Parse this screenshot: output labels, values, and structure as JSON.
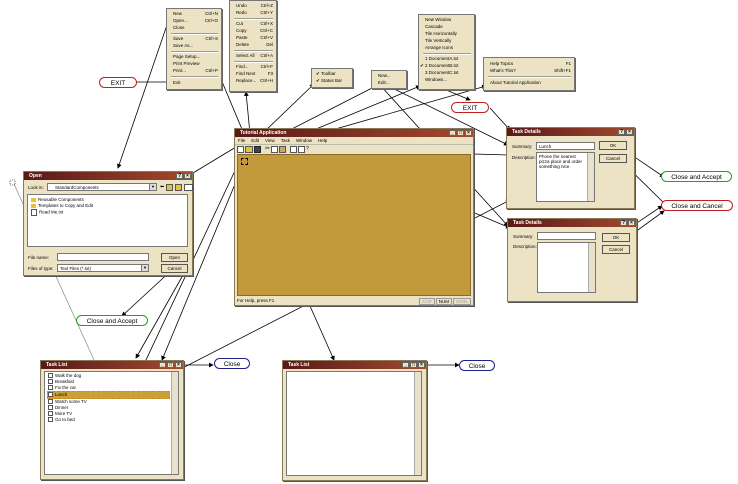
{
  "menus": {
    "file": [
      {
        "label": "New",
        "key": "Ctrl+N"
      },
      {
        "label": "Open...",
        "key": "Ctrl+O"
      },
      {
        "label": "Close",
        "key": ""
      },
      {
        "label": "Save",
        "key": "Ctrl+S"
      },
      {
        "label": "Save As...",
        "key": ""
      },
      {
        "label": "Page Setup...",
        "key": ""
      },
      {
        "label": "Print Preview",
        "key": ""
      },
      {
        "label": "Print...",
        "key": "Ctrl+P"
      },
      {
        "label": "Exit",
        "key": ""
      }
    ],
    "edit": [
      {
        "label": "Undo",
        "key": "Ctrl+Z"
      },
      {
        "label": "Redo",
        "key": "Ctrl+Y"
      },
      {
        "label": "Cut",
        "key": "Ctrl+X"
      },
      {
        "label": "Copy",
        "key": "Ctrl+C"
      },
      {
        "label": "Paste",
        "key": "Ctrl+V"
      },
      {
        "label": "Delete",
        "key": "Del"
      },
      {
        "label": "Select All",
        "key": "Ctrl+A"
      },
      {
        "label": "Find...",
        "key": "Ctrl+F"
      },
      {
        "label": "Find Next",
        "key": "F3"
      },
      {
        "label": "Replace...",
        "key": "Ctrl+H"
      }
    ],
    "view": [
      {
        "label": "Toolbar"
      },
      {
        "label": "Status Bar"
      }
    ],
    "task": [
      {
        "label": "New..."
      },
      {
        "label": "Edit..."
      }
    ],
    "window": [
      {
        "label": "New Window"
      },
      {
        "label": "Cascade"
      },
      {
        "label": "Tile Horizontally"
      },
      {
        "label": "Tile Vertically"
      },
      {
        "label": "Arrange Icons"
      },
      {
        "label": "1 DocumentA.txt"
      },
      {
        "label": "2 DocumentB.txt"
      },
      {
        "label": "3 DocumentC.txt"
      },
      {
        "label": "Windows..."
      }
    ],
    "help": [
      {
        "label": "Help Topics",
        "key": "F1"
      },
      {
        "label": "What's This?",
        "key": "Shift+F1"
      },
      {
        "label": "About Tutorial Application",
        "key": ""
      }
    ]
  },
  "callouts": {
    "exit": "EXIT",
    "close_and_accept": "Close and Accept",
    "close_and_cancel": "Close and Cancel",
    "close": "Close"
  },
  "app": {
    "title": "Tutorial Application",
    "menubar": [
      "File",
      "Edit",
      "View",
      "Task",
      "Window",
      "Help"
    ],
    "status": "For Help, press F1",
    "indicators": [
      "CAP",
      "NUM",
      "SCRL"
    ]
  },
  "open_dialog": {
    "title": "Open",
    "look_in_label": "Look in:",
    "look_in_value": "StandardComponents",
    "items": [
      "Reusable Components",
      "Templates to Copy and Edit",
      "Read Me.txt"
    ],
    "file_name_label": "File name:",
    "file_name_value": "",
    "files_of_type_label": "Files of type:",
    "files_of_type_value": "Text Files (*.txt)",
    "open_button": "Open",
    "cancel_button": "Cancel"
  },
  "task_details_filled": {
    "title": "Task Details",
    "summary_label": "Summary:",
    "summary_value": "Lunch",
    "description_label": "Description:",
    "description_value": "Phone the nearest pizza place and order something nice.",
    "ok_button": "OK",
    "cancel_button": "Cancel"
  },
  "task_details_empty": {
    "title": "Task Details",
    "summary_label": "Summary:",
    "summary_value": "",
    "description_label": "Description:",
    "description_value": "",
    "ok_button": "OK",
    "cancel_button": "Cancel"
  },
  "task_list_filled": {
    "title": "Task List",
    "items": [
      "Walk the dog",
      "Breakfast",
      "Fix the car",
      "Lunch",
      "Watch some TV",
      "Dinner",
      "More TV",
      "Go to bed"
    ]
  },
  "task_list_empty": {
    "title": "Task List"
  }
}
